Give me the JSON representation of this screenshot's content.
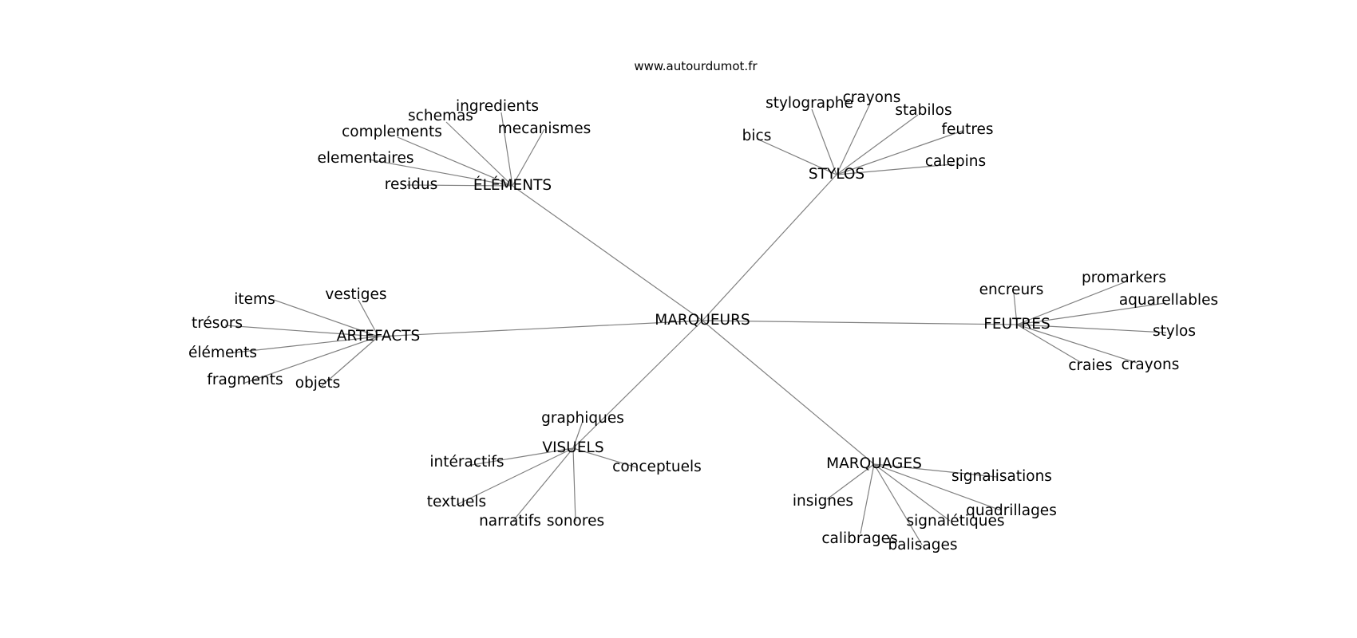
{
  "site": "www.autourdumot.fr",
  "center": "MARQUEURS",
  "groups": [
    {
      "label": "ÉLÉMENTS",
      "children": [
        "schemas",
        "ingredients",
        "complements",
        "mecanismes",
        "elementaires",
        "residus"
      ]
    },
    {
      "label": "STYLOS",
      "children": [
        "stylographe",
        "crayons",
        "stabilos",
        "bics",
        "feutres",
        "calepins"
      ]
    },
    {
      "label": "ARTEFACTS",
      "children": [
        "items",
        "vestiges",
        "trésors",
        "éléments",
        "fragments",
        "objets"
      ]
    },
    {
      "label": "FEUTRES",
      "children": [
        "encreurs",
        "promarkers",
        "aquarellables",
        "stylos",
        "craies",
        "crayons"
      ]
    },
    {
      "label": "VISUELS",
      "children": [
        "graphiques",
        "intéractifs",
        "conceptuels",
        "textuels",
        "narratifs",
        "sonores"
      ]
    },
    {
      "label": "MARQUAGES",
      "children": [
        "signalisations",
        "insignes",
        "quadrillages",
        "signalétiques",
        "calibrages",
        "balisages"
      ]
    }
  ]
}
